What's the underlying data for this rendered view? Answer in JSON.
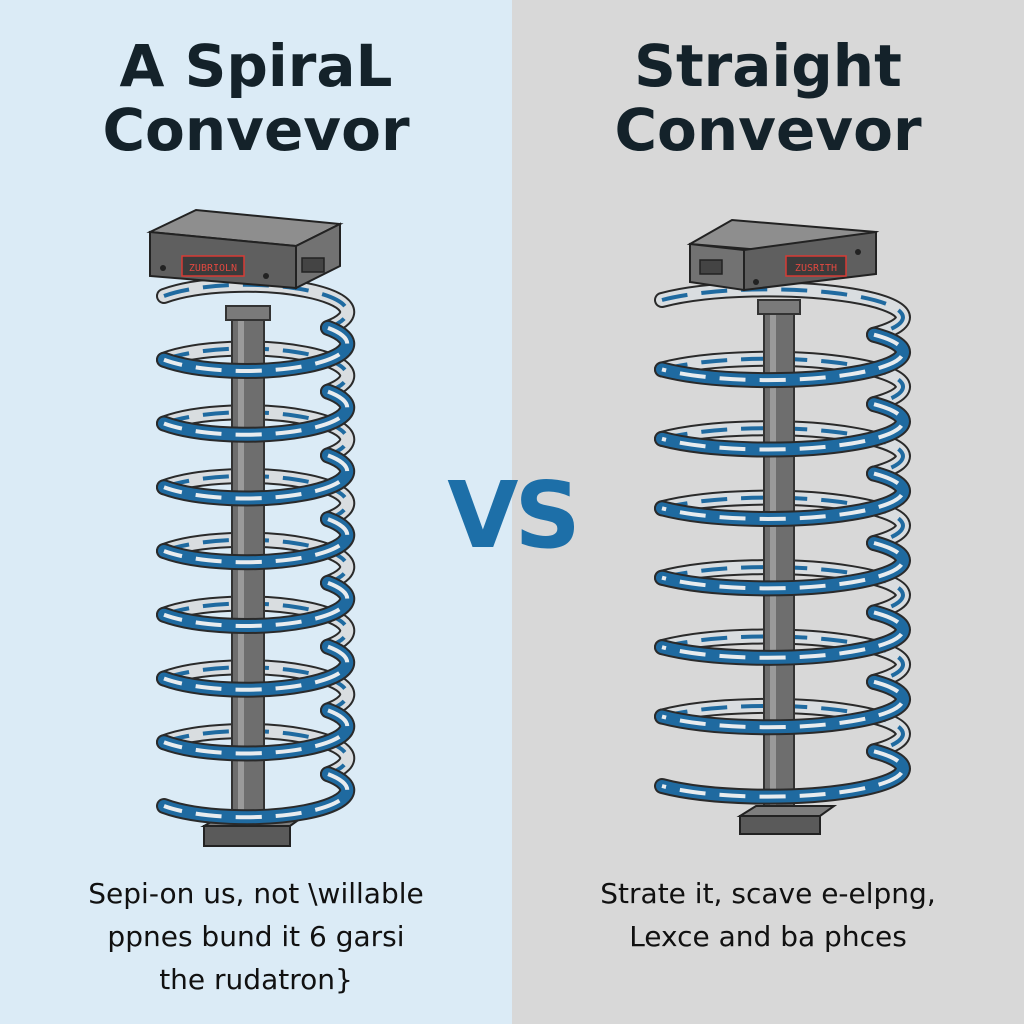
{
  "left": {
    "title_line1": "A SpiraL",
    "title_line2": "Convevor",
    "caption_line1": "Sepi-on us, not \\willable",
    "caption_line2": "ppnes bund it 6 garsi",
    "caption_line3": "the rudatron}",
    "motor_label": "ZUBRIOLN"
  },
  "right": {
    "title_line1": "Straight",
    "title_line2": "Convevor",
    "caption_line1": "Strate it, scave e-elpng,",
    "caption_line2": "Lexce and ba phces",
    "motor_label": "ZUSRITH"
  },
  "vs_label": "VS",
  "colors": {
    "left_background": "#dbebf6",
    "right_background": "#d8d8d8",
    "vs": "#1d6fa8",
    "belt": "#1f6aa0",
    "pole": "#6e6e6e",
    "motor_label": "#d83a34"
  }
}
